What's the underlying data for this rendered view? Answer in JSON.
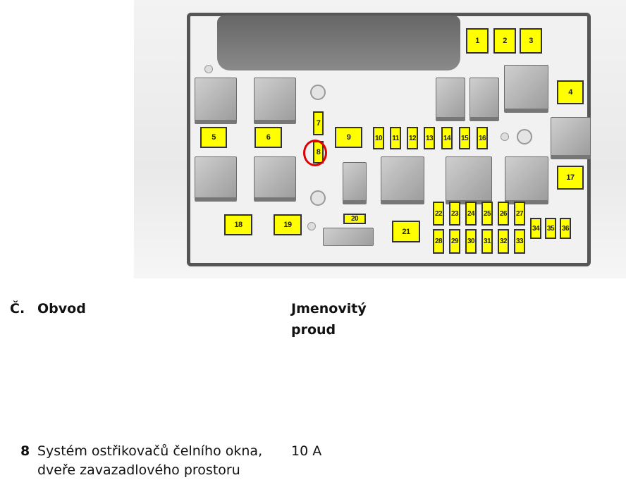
{
  "diagram": {
    "fuses": [
      "1",
      "2",
      "3",
      "4",
      "5",
      "6",
      "7",
      "8",
      "9",
      "10",
      "11",
      "12",
      "13",
      "14",
      "15",
      "16",
      "17",
      "18",
      "19",
      "20",
      "21",
      "22",
      "23",
      "24",
      "25",
      "26",
      "27",
      "28",
      "29",
      "30",
      "31",
      "32",
      "33",
      "34",
      "35",
      "36"
    ],
    "highlighted_fuse": "8",
    "highlight_color": "#e00000",
    "fuse_color": "#ffff00"
  },
  "table": {
    "headers": {
      "number": "Č.",
      "circuit": "Obvod",
      "rating_line1": "Jmenovitý",
      "rating_line2": "proud"
    },
    "rows": [
      {
        "number": "8",
        "circuit_line1": "Systém ostřikovačů čelního okna,",
        "circuit_line2": "dveře zavazadlového prostoru",
        "rating": "10 A"
      }
    ]
  }
}
